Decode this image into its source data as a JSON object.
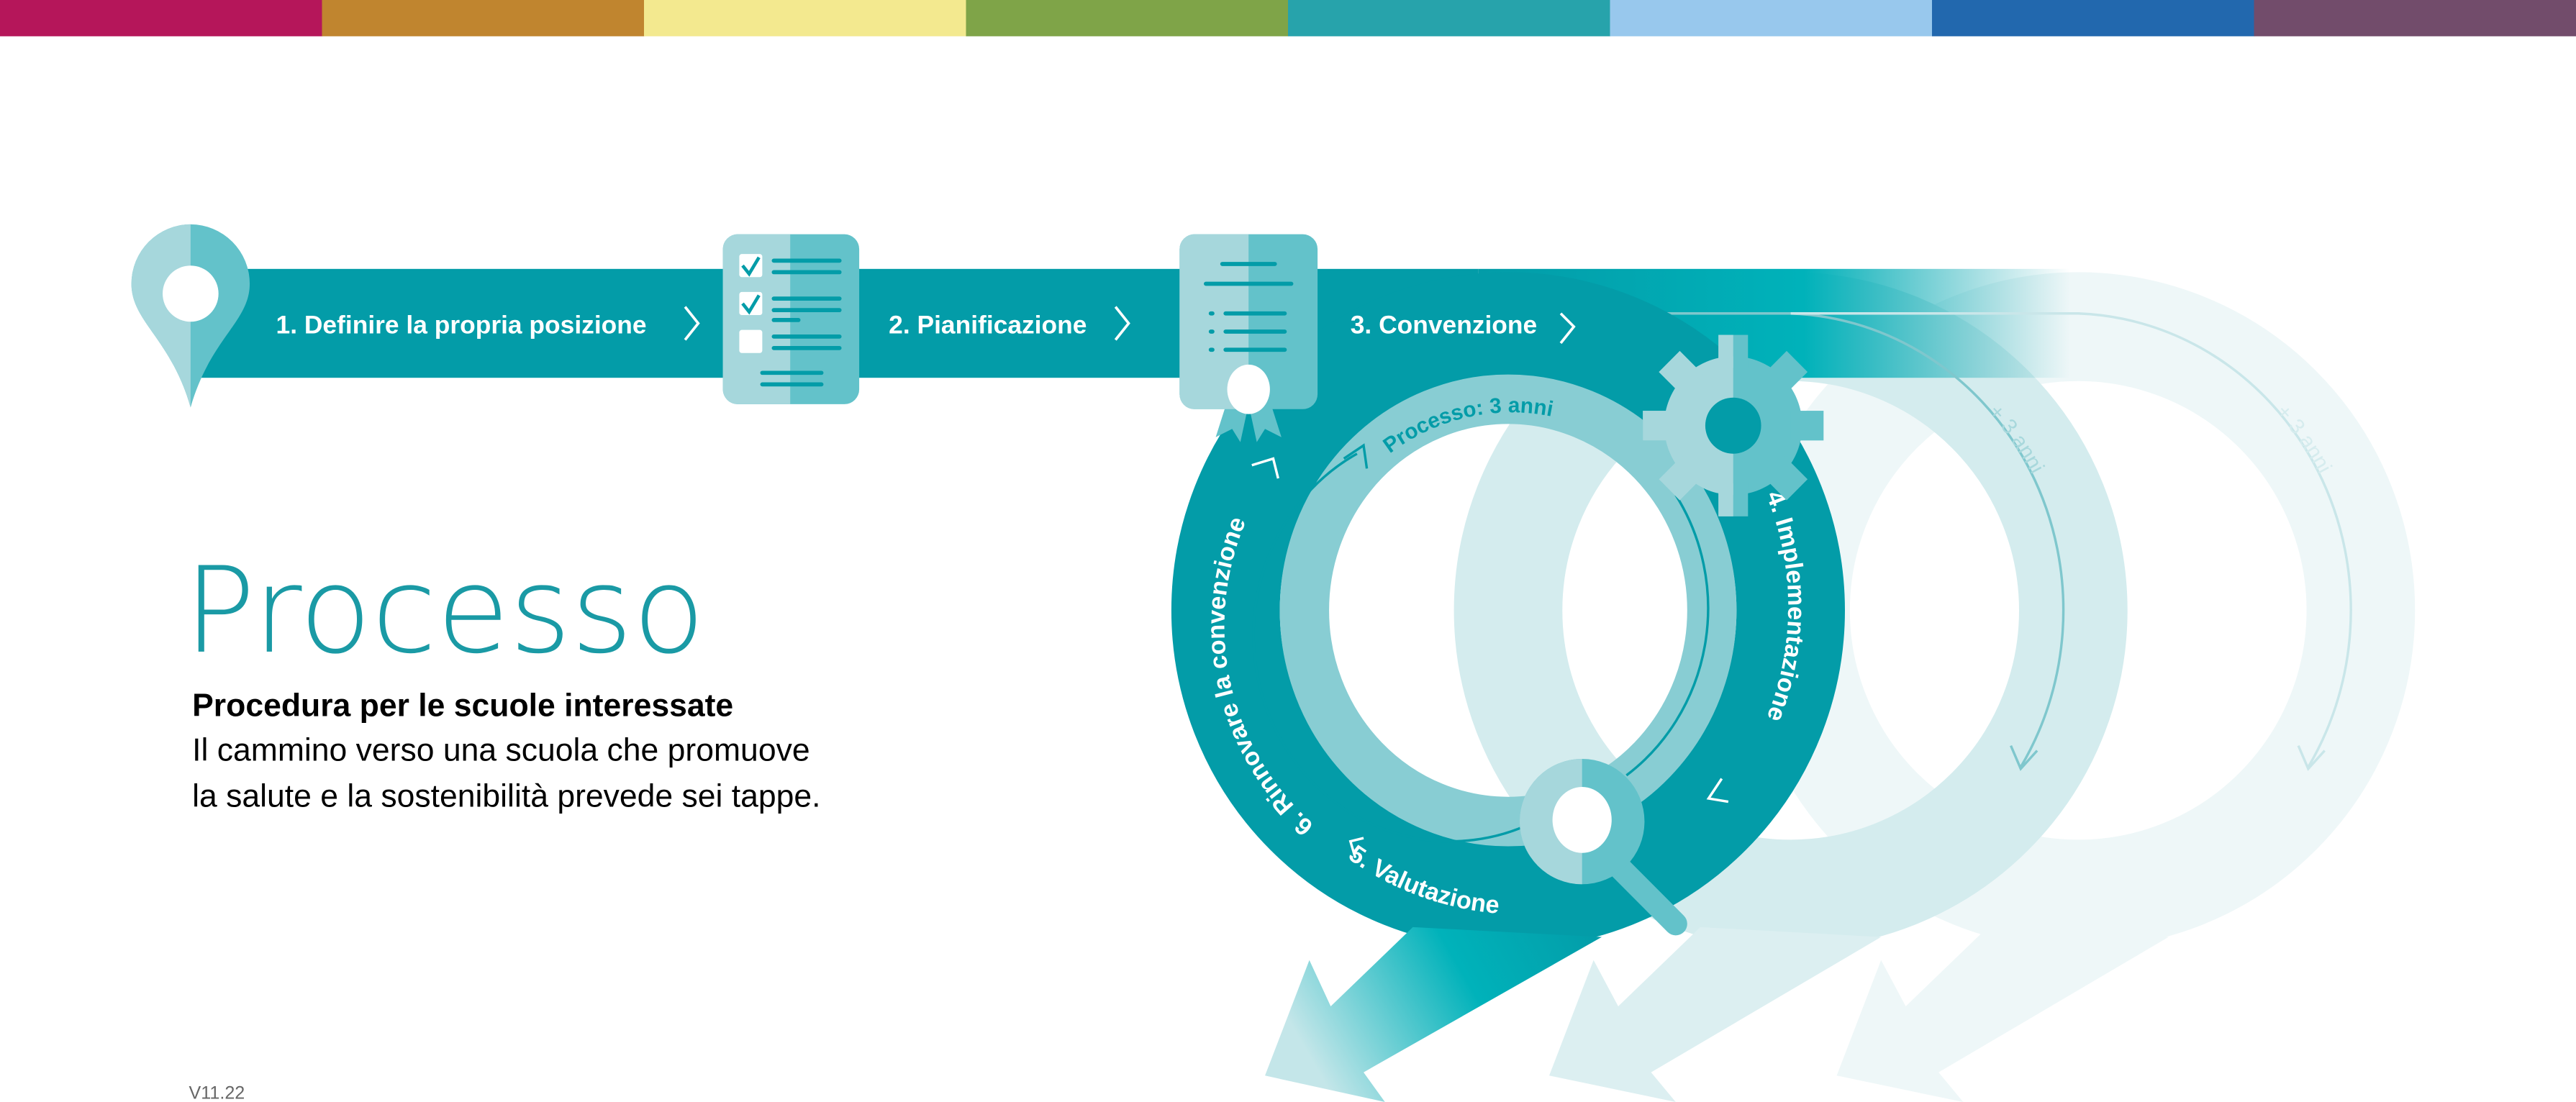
{
  "color_bar": [
    "#b5165a",
    "#c0852f",
    "#f3e98f",
    "#7fa448",
    "#27a3ab",
    "#98c8ed",
    "#2268ae",
    "#724c6b"
  ],
  "colors": {
    "teal": "#039ca8",
    "teal_mid": "#63c2ca",
    "teal_light": "#a6d7dc",
    "ring_light": "#88cdd3",
    "ghost1": "#d4ecee",
    "ghost2": "#eef7f8"
  },
  "steps": [
    {
      "label": "1. Definire la propria posizione",
      "icon": "map-pin-icon"
    },
    {
      "label": "2. Pianificazione",
      "icon": "checklist-icon"
    },
    {
      "label": "3. Convenzione",
      "icon": "certificate-icon"
    },
    {
      "label": "4. Implementazione",
      "icon": "gear-icon"
    },
    {
      "label": "5. Valutazione",
      "icon": "magnifier-icon"
    },
    {
      "label": "6. Rinnovare la convenzione",
      "icon": "arrow-icon"
    }
  ],
  "cycle_label": "Processo: 3 anni",
  "repeat_labels": [
    "+ 3 anni",
    "+ 3 anni"
  ],
  "heading": {
    "title": "Processo",
    "subtitle": "Procedura per le scuole interessate",
    "body_lines": [
      "Il cammino verso una scuola che promuove",
      "la salute e la sostenibilità prevede sei tappe."
    ]
  },
  "version": "V11.22"
}
